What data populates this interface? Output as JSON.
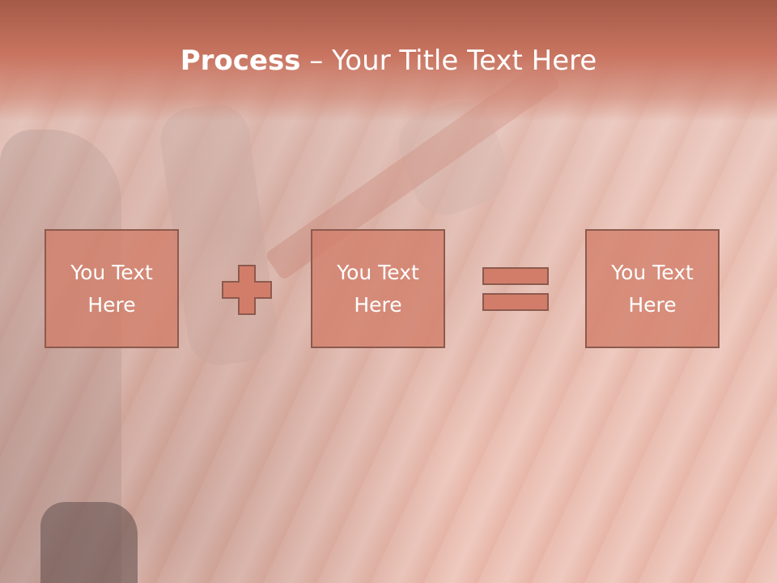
{
  "title": {
    "bold": "Process",
    "rest": " – Your Title Text Here"
  },
  "boxes": [
    {
      "text": "You Text\nHere"
    },
    {
      "text": "You Text\nHere"
    },
    {
      "text": "You Text\nHere"
    }
  ],
  "icons": [
    "plus-icon",
    "equals-icon"
  ],
  "colors": {
    "header": "#c87460",
    "box_fill": "#d27d69",
    "box_border": "#8c5a4e",
    "text": "#ffffff"
  }
}
